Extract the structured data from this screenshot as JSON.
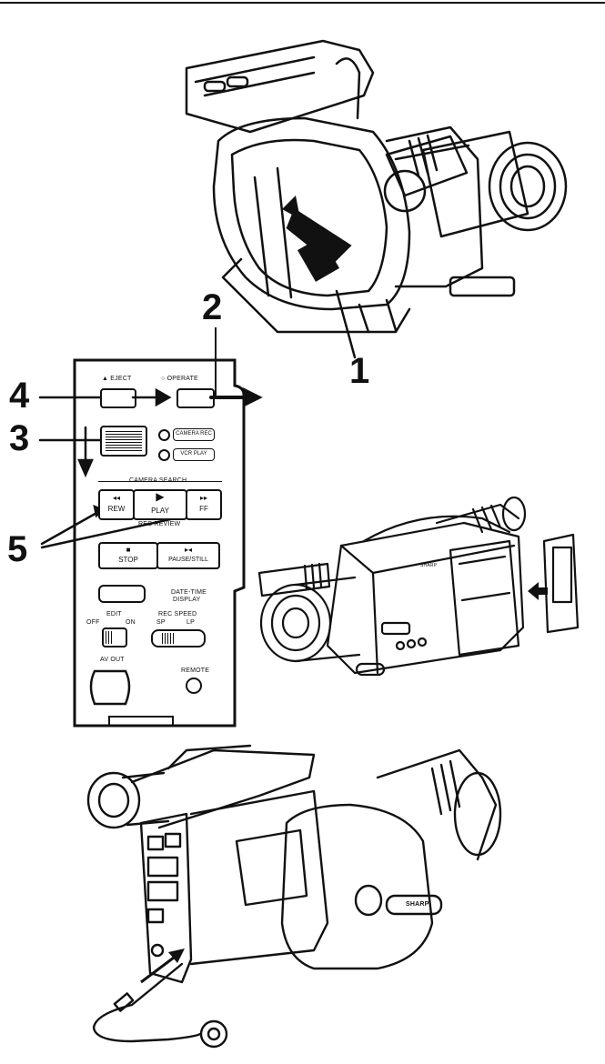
{
  "callouts": {
    "one": "1",
    "two": "2",
    "three": "3",
    "four": "4",
    "five": "5"
  },
  "panel": {
    "eject": "EJECT",
    "operate": "OPERATE",
    "camera_rec": "CAMERA REC",
    "vcr_play": "VCR PLAY",
    "camera_search": "CAMERA SEARCH",
    "rew": "REW",
    "play": "PLAY",
    "ff": "FF",
    "rec_review": "REC REVIEW",
    "stop": "STOP",
    "pause_still": "PAUSE/STILL",
    "date_time_display_line1": "DATE-TIME",
    "date_time_display_line2": "DISPLAY",
    "edit": "EDIT",
    "off": "OFF",
    "on": "ON",
    "rec_speed": "REC SPEED",
    "sp": "SP",
    "lp": "LP",
    "av_out": "AV OUT",
    "remote": "REMOTE"
  },
  "brand": {
    "name": "SHARP"
  }
}
